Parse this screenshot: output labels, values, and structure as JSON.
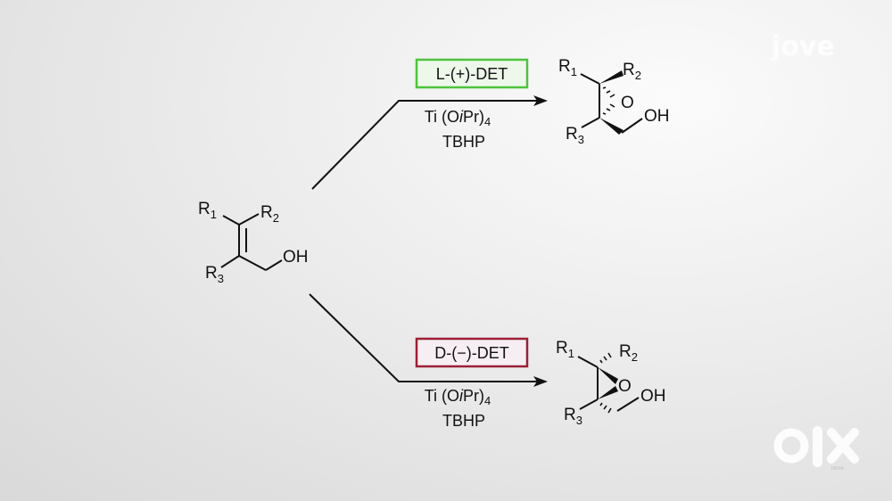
{
  "reactant": {
    "r1": "R",
    "r1_sub": "1",
    "r2": "R",
    "r2_sub": "2",
    "r3": "R",
    "r3_sub": "3",
    "oh": "OH"
  },
  "top_reaction": {
    "catalyst_label": "L-(+)-DET",
    "catalyst_border_color": "#4cc43c",
    "reagent1_a": "Ti (O",
    "reagent1_i": "i",
    "reagent1_b": "Pr)",
    "reagent1_sub": "4",
    "reagent2": "TBHP",
    "product": {
      "r1": "R",
      "r1_sub": "1",
      "r2": "R",
      "r2_sub": "2",
      "r3": "R",
      "r3_sub": "3",
      "o": "O",
      "oh": "OH"
    }
  },
  "bottom_reaction": {
    "catalyst_label": "D-(−)-DET",
    "catalyst_border_color": "#9b2035",
    "reagent1_a": "Ti (O",
    "reagent1_i": "i",
    "reagent1_b": "Pr)",
    "reagent1_sub": "4",
    "reagent2": "TBHP",
    "product": {
      "r1": "R",
      "r1_sub": "1",
      "r2": "R",
      "r2_sub": "2",
      "r3": "R",
      "r3_sub": "3",
      "o": "O",
      "oh": "OH"
    }
  },
  "watermarks": {
    "jove": "jove",
    "olx": "OLX",
    "olx_sub": "INDIA"
  }
}
